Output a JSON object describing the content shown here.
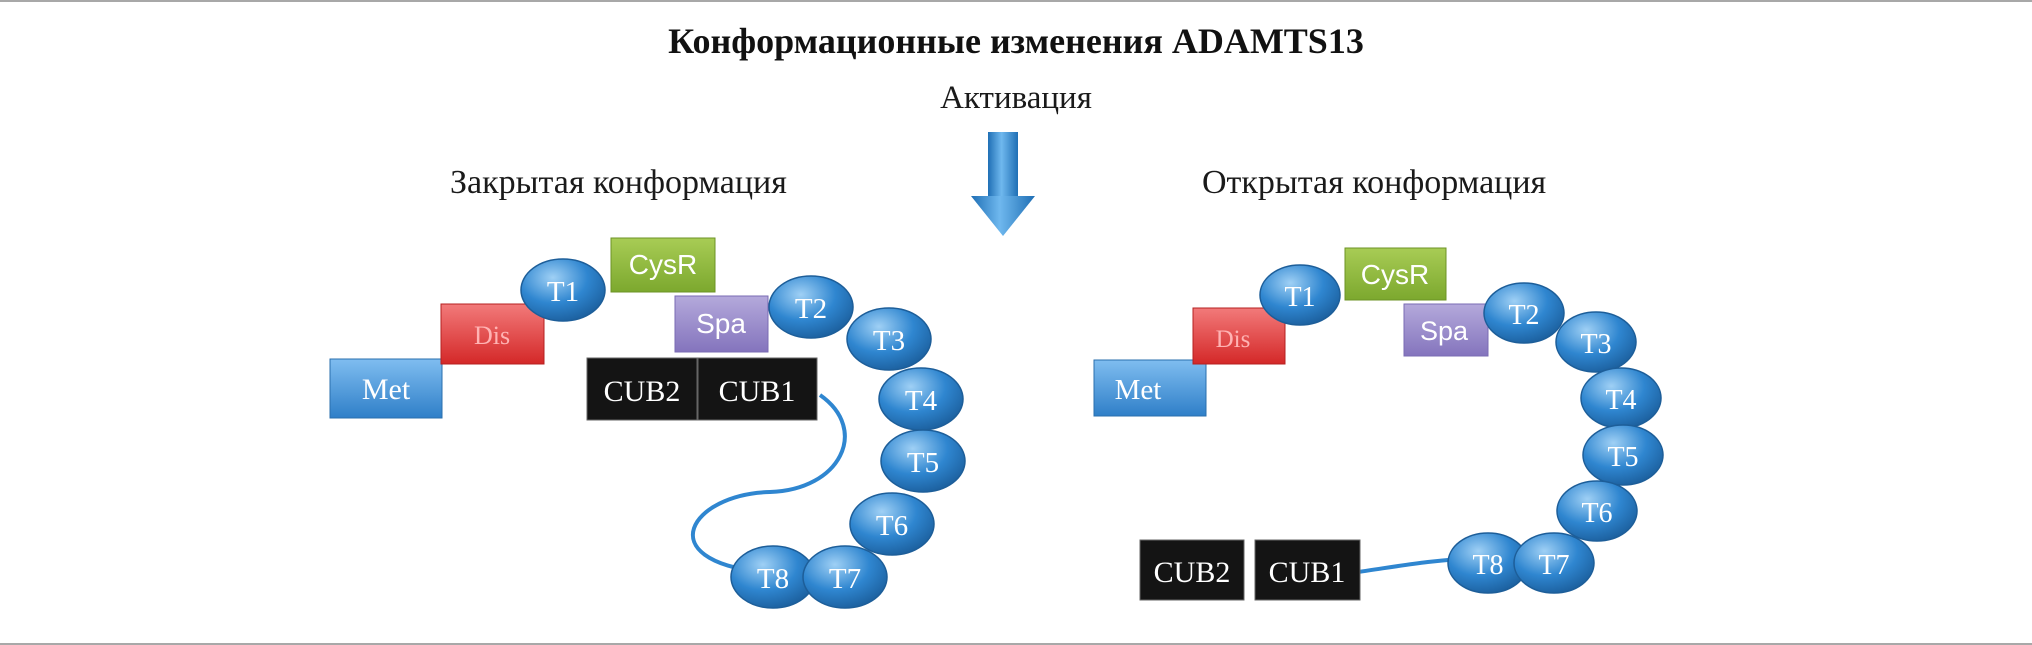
{
  "title": "Конформационные изменения ADAMTS13",
  "activation_label": "Активация",
  "closed": {
    "label": "Закрытая конформация",
    "domains": {
      "met": "Met",
      "dis": "Dis",
      "cysr": "CysR",
      "spa": "Spa",
      "cub1": "CUB1",
      "cub2": "CUB2",
      "t1": "T1",
      "t2": "T2",
      "t3": "T3",
      "t4": "T4",
      "t5": "T5",
      "t6": "T6",
      "t7": "T7",
      "t8": "T8"
    }
  },
  "open": {
    "label": "Открытая конформация",
    "domains": {
      "met": "Met",
      "dis": "Dis",
      "cysr": "CysR",
      "spa": "Spa",
      "cub1": "CUB1",
      "cub2": "CUB2",
      "t1": "T1",
      "t2": "T2",
      "t3": "T3",
      "t4": "T4",
      "t5": "T5",
      "t6": "T6",
      "t7": "T7",
      "t8": "T8"
    }
  },
  "colors": {
    "met": "#3f8fd4",
    "dis": "#e63a3a",
    "cysr": "#8fba3c",
    "spa": "#9a8cc9",
    "cub": "#141414",
    "tsp": "#2f86d0",
    "linker": "#2f86d0",
    "arrow": "#3d93d6"
  }
}
